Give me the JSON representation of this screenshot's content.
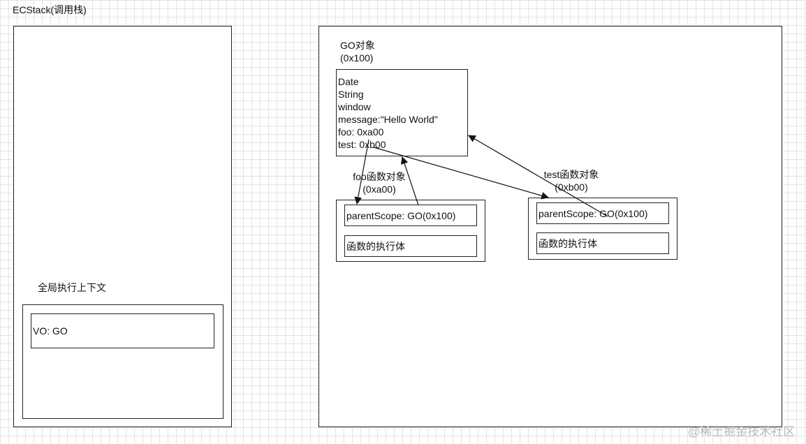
{
  "left_panel": {
    "title": "ECStack(调用栈)",
    "context_label": "全局执行上下文",
    "vo_label": "VO: GO"
  },
  "right_panel": {
    "go_object": {
      "title": "GO对象",
      "address": "(0x100)",
      "props": [
        "Date",
        "String",
        "window",
        "message:\"Hello World\"",
        "foo: 0xa00",
        "test: 0xb00"
      ]
    },
    "foo_object": {
      "title": "foo函数对象",
      "address": "(0xa00)",
      "parent_scope": "parentScope: GO(0x100)",
      "body": "函数的执行体"
    },
    "test_object": {
      "title": "test函数对象",
      "address": "(0xb00)",
      "parent_scope": "parentScope: GO(0x100)",
      "body": "函数的执行体"
    }
  },
  "watermark": "@稀土掘金技术社区"
}
